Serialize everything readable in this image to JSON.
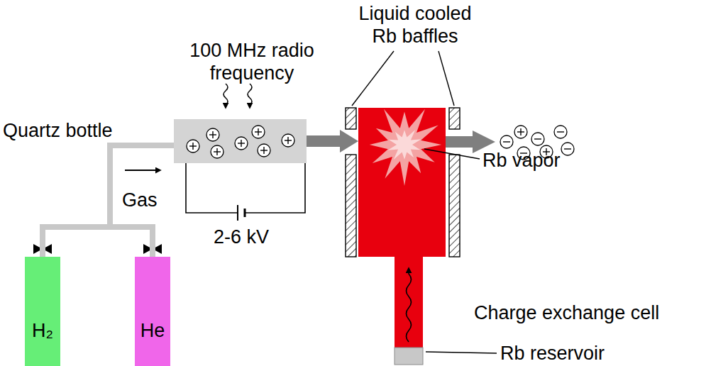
{
  "diagram": {
    "nodes": [
      {
        "text": [
          "H₂"
        ]
      },
      {
        "text": [
          "He"
        ]
      },
      {
        "text": [
          "Quartz bottle"
        ]
      },
      {
        "text": [
          "Rb vapor"
        ]
      }
    ],
    "edges": [
      {
        "from": 0,
        "to": 2,
        "arrow": "none"
      },
      {
        "from": 1,
        "to": 2,
        "arrow": "none"
      },
      {
        "from": 2,
        "to": 3,
        "arrow": "to"
      }
    ],
    "labels": [
      "Liquid cooled Rb baffles",
      "100 MHz radio frequency",
      "Gas",
      "2-6 kV",
      "Charge exchange cell",
      "Rb reservoir"
    ]
  }
}
